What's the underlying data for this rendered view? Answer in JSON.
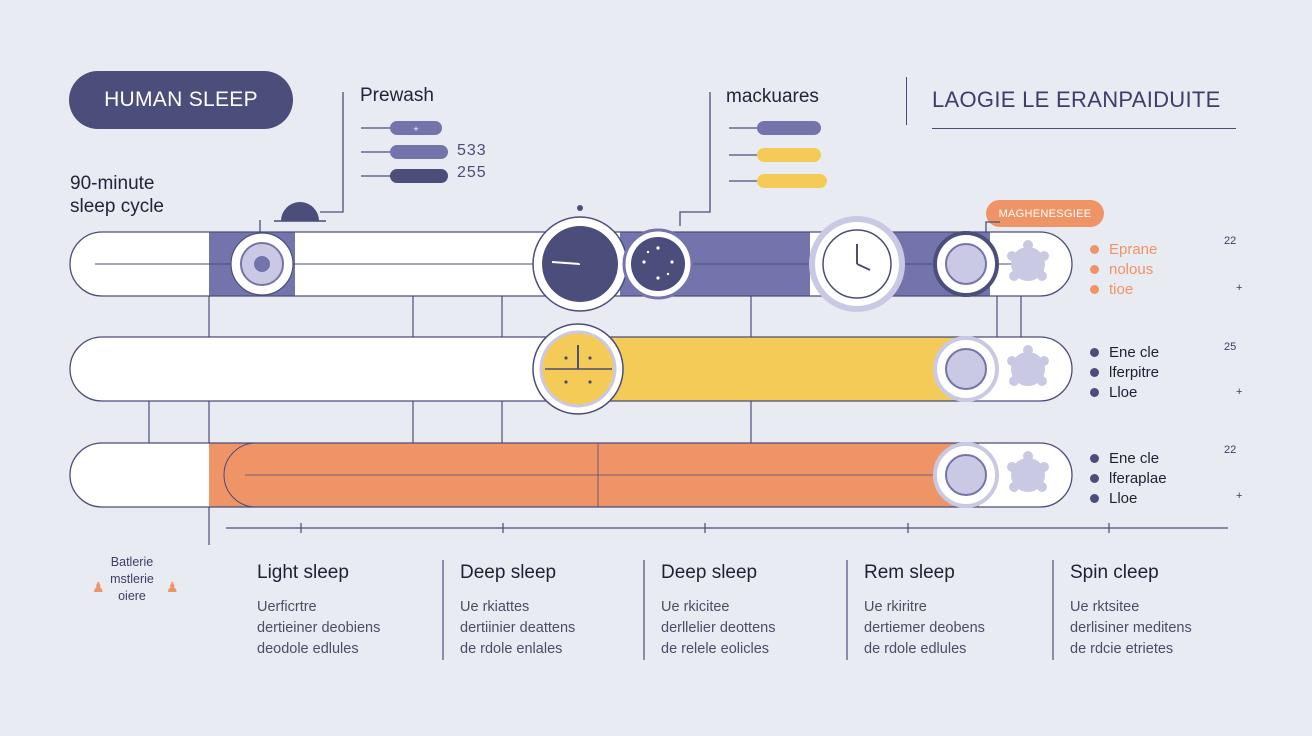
{
  "header": {
    "title": "HUMAN SLEEP",
    "cycle_label": "90-minute\nsleep cycle",
    "col_a": "Prewash",
    "col_b": "mackuares",
    "right_title": "LAOGIE LE ERANPAIDUITE",
    "readout_1": "533",
    "readout_2": "255",
    "badge": "MAGHENESGIEE"
  },
  "legend": [
    {
      "num": "22",
      "plus": "+",
      "items": [
        {
          "label": "Eprane",
          "color": "#ef9466"
        },
        {
          "label": "nolous",
          "color": "#ef9466"
        },
        {
          "label": "tioe",
          "color": "#ef9466"
        }
      ]
    },
    {
      "num": "25",
      "plus": "+",
      "items": [
        {
          "label": "Ene cle",
          "color": "#4b4d7a"
        },
        {
          "label": "lferpitre",
          "color": "#4b4d7a"
        },
        {
          "label": "Lloe",
          "color": "#4b4d7a"
        }
      ]
    },
    {
      "num": "22",
      "plus": "+",
      "items": [
        {
          "label": "Ene cle",
          "color": "#4b4d7a"
        },
        {
          "label": "lferaplae",
          "color": "#4b4d7a"
        },
        {
          "label": "Lloe",
          "color": "#4b4d7a"
        }
      ]
    }
  ],
  "stages": [
    {
      "title": "Light sleep",
      "desc": [
        "Uerficrtre",
        "dertieiner deobiens",
        "deodole edlules"
      ]
    },
    {
      "title": "Deep sleep",
      "desc": [
        "Ue rkiattes",
        "dertiinier deattens",
        "de rdole enlales"
      ]
    },
    {
      "title": "Deep sleep",
      "desc": [
        "Ue rkicitee",
        "derllelier deottens",
        "de relele eolicles"
      ]
    },
    {
      "title": "Rem sleep",
      "desc": [
        "Ue rkiritre",
        "dertiemer deobens",
        "de rdole edlules"
      ]
    },
    {
      "title": "Spin cleep",
      "desc": [
        "Ue rktsitee",
        "derlisiner meditens",
        "de rdcie etrietes"
      ]
    }
  ],
  "bottom_note": "Batlerie\nmstlerie\noiere",
  "colors": {
    "navy": "#4b4d7a",
    "purple": "#7474ad",
    "yellow": "#f5cb58",
    "orange": "#ef9466",
    "bg": "#e9ebf2"
  }
}
